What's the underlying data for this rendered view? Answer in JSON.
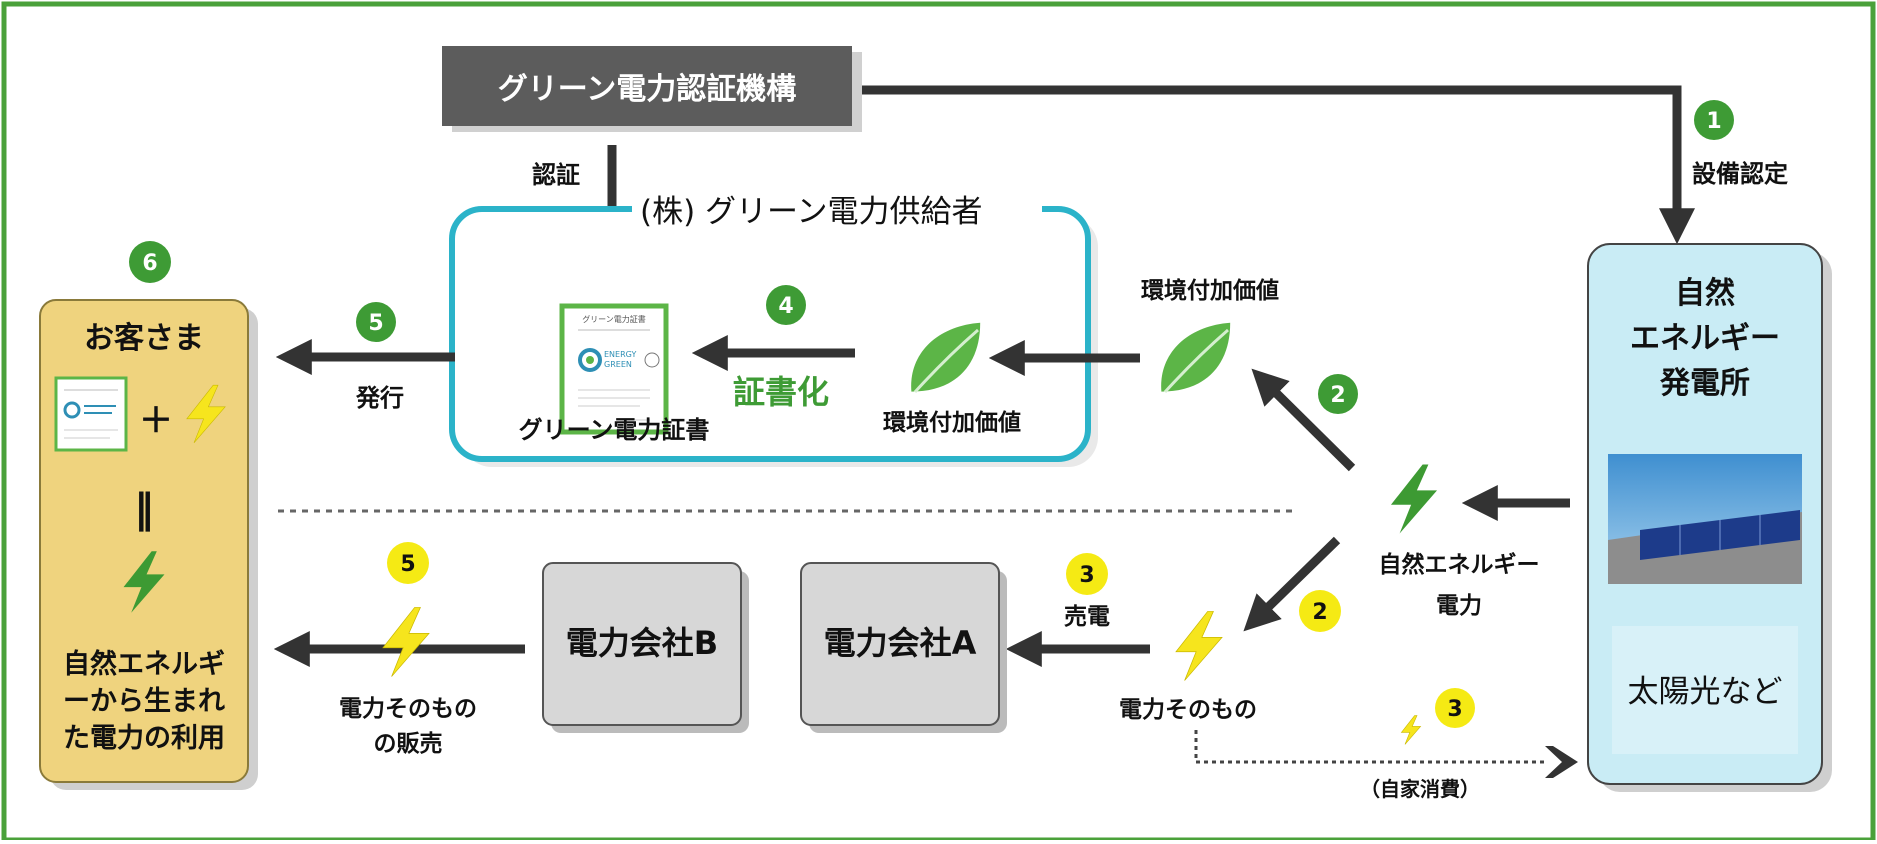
{
  "certifier": {
    "label": "グリーン電力認証機構"
  },
  "flow_labels": {
    "certification": "認証",
    "facility_cert": "設備認定",
    "issue": "発行",
    "certify_doc": "証書化",
    "sell_power": "売電",
    "self_consumption": "（自家消費）"
  },
  "supplier": {
    "title": "(株) グリーン電力供給者"
  },
  "certificate": {
    "label": "グリーン電力証書",
    "doc_title": "グリーン電力証書",
    "brand_line1": "ENERGY",
    "brand_line2": "GREEN"
  },
  "env_value": {
    "label_in_box": "環境付加価値",
    "label_outside": "環境付加価値"
  },
  "plant": {
    "title_line1": "自然",
    "title_line2": "エネルギー",
    "title_line3": "発電所",
    "example": "太陽光など"
  },
  "renewable_power": {
    "line1": "自然エネルギー",
    "line2": "電力"
  },
  "electricity_itself": {
    "label": "電力そのもの"
  },
  "sale": {
    "line1": "電力そのもの",
    "line2": "の販売"
  },
  "companies": {
    "a": "電力会社A",
    "b": "電力会社B"
  },
  "customer": {
    "title": "お客さま",
    "plus": "＋",
    "equals": "‖",
    "result_line1": "自然エネルギ",
    "result_line2": "ーから生まれ",
    "result_line3": "た電力の利用"
  },
  "steps": {
    "s1": "1",
    "s2a": "2",
    "s2b": "2",
    "s3a": "3",
    "s3b": "3",
    "s4": "4",
    "s5a": "5",
    "s5b": "5",
    "s6": "6"
  },
  "colors": {
    "frame": "#4aa13a",
    "step_green": "#3e9b35",
    "step_yellow": "#f5ea14",
    "arrow": "#333333",
    "supplier_border": "#2bb3c9",
    "plant_fill": "#c9ecf5",
    "customer_fill": "#efd37e",
    "company_fill": "#d7d7d7",
    "certifier_fill": "#5c5c5c",
    "leaf_green": "#5cb547",
    "bolt_green": "#3d9a33",
    "bolt_yellow": "#f6e51d"
  },
  "icons": [
    "leaf-icon",
    "lightning-bolt-icon",
    "solar-panel-photo",
    "certificate-icon"
  ]
}
